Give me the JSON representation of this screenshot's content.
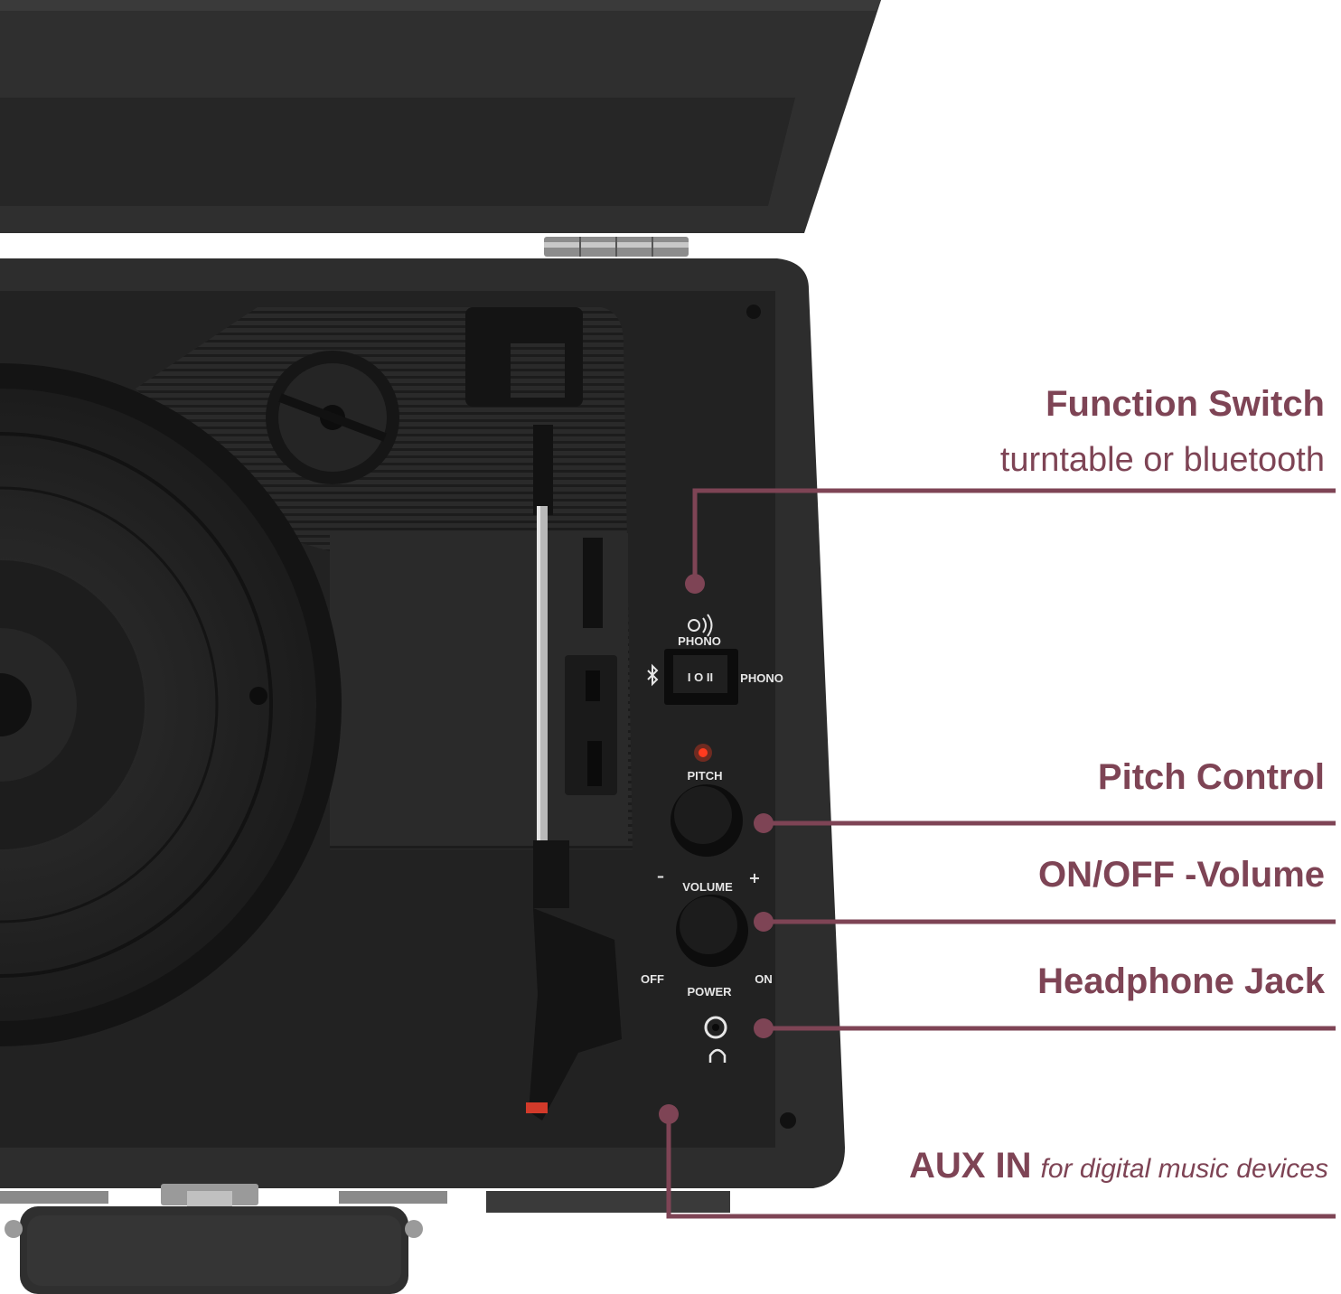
{
  "callouts": {
    "function_switch": {
      "title": "Function Switch",
      "subtitle": "turntable or bluetooth"
    },
    "pitch_control": {
      "title": "Pitch Control"
    },
    "volume": {
      "title": "ON/OFF -Volume"
    },
    "headphone_jack": {
      "title": "Headphone Jack"
    },
    "aux_in": {
      "title": "AUX IN",
      "subtitle": "for digital music devices"
    }
  },
  "panel_labels": {
    "phono_top": "PHONO",
    "phono_right": "PHONO",
    "pitch": "PITCH",
    "volume": "VOLUME",
    "minus": "–",
    "plus": "+",
    "off": "OFF",
    "on": "ON",
    "power": "POWER"
  },
  "colors": {
    "accent": "#7e4455",
    "device_body": "#2b2b2b",
    "device_panel": "#1f1f1f",
    "led": "#ff3b1f"
  },
  "icons": {
    "bluetooth": "bluetooth-icon",
    "headphones": "headphones-icon",
    "wireless": "wireless-icon"
  }
}
